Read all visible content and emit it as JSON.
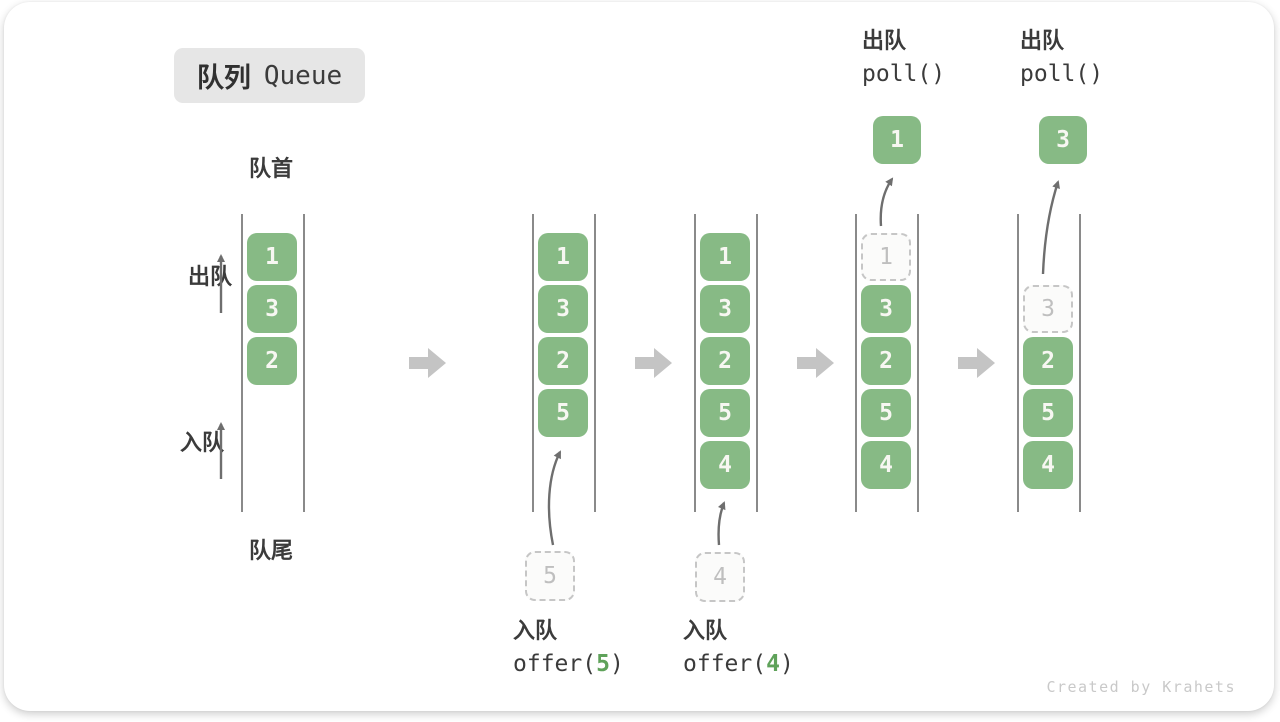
{
  "title_badge": {
    "zh": "队列",
    "en": "Queue"
  },
  "side_labels": {
    "front": "队首",
    "rear": "队尾",
    "dequeue": "出队",
    "enqueue": "入队"
  },
  "credit": "Created by Krahets",
  "colors": {
    "box_green": "#87ba85",
    "box_digit": "#f7f7f2",
    "dashed_border": "#c6c6c6",
    "dashed_fill": "#fbfbfa",
    "dashed_digit": "#bfbfbf",
    "rail": "#8a8a8a",
    "label_text": "#3b3b3b",
    "code_text": "#3b3b3b",
    "code_green": "#5fa25a",
    "block_arrow": "#c4c4c4",
    "thin_arrow": "#6e6e6e",
    "badge_bg": "#e6e6e6",
    "credit_color": "#c9c9c9"
  },
  "states": [
    {
      "name": "initial",
      "boxes": [
        {
          "slot": 0,
          "value": "1",
          "style": "solid"
        },
        {
          "slot": 1,
          "value": "3",
          "style": "solid"
        },
        {
          "slot": 2,
          "value": "2",
          "style": "solid"
        }
      ]
    },
    {
      "name": "after-offer-5",
      "boxes": [
        {
          "slot": 0,
          "value": "1",
          "style": "solid"
        },
        {
          "slot": 1,
          "value": "3",
          "style": "solid"
        },
        {
          "slot": 2,
          "value": "2",
          "style": "solid"
        },
        {
          "slot": 3,
          "value": "5",
          "style": "solid"
        }
      ],
      "incoming": {
        "value": "5"
      },
      "bottom_label": {
        "zh": "入队",
        "code_pre": "offer(",
        "code_arg": "5",
        "code_post": ")"
      }
    },
    {
      "name": "after-offer-4",
      "boxes": [
        {
          "slot": 0,
          "value": "1",
          "style": "solid"
        },
        {
          "slot": 1,
          "value": "3",
          "style": "solid"
        },
        {
          "slot": 2,
          "value": "2",
          "style": "solid"
        },
        {
          "slot": 3,
          "value": "5",
          "style": "solid"
        },
        {
          "slot": 4,
          "value": "4",
          "style": "solid"
        }
      ],
      "incoming": {
        "value": "4"
      },
      "bottom_label": {
        "zh": "入队",
        "code_pre": "offer(",
        "code_arg": "4",
        "code_post": ")"
      }
    },
    {
      "name": "after-poll-1",
      "boxes": [
        {
          "slot": 0,
          "value": "1",
          "style": "dashed"
        },
        {
          "slot": 1,
          "value": "3",
          "style": "solid"
        },
        {
          "slot": 2,
          "value": "2",
          "style": "solid"
        },
        {
          "slot": 3,
          "value": "5",
          "style": "solid"
        },
        {
          "slot": 4,
          "value": "4",
          "style": "solid"
        }
      ],
      "popped": {
        "value": "1"
      },
      "top_label": {
        "zh": "出队",
        "code": "poll()"
      }
    },
    {
      "name": "after-poll-3",
      "boxes": [
        {
          "slot": 1,
          "value": "3",
          "style": "dashed"
        },
        {
          "slot": 2,
          "value": "2",
          "style": "solid"
        },
        {
          "slot": 3,
          "value": "5",
          "style": "solid"
        },
        {
          "slot": 4,
          "value": "4",
          "style": "solid"
        }
      ],
      "popped": {
        "value": "3"
      },
      "top_label": {
        "zh": "出队",
        "code": "poll()"
      }
    }
  ]
}
